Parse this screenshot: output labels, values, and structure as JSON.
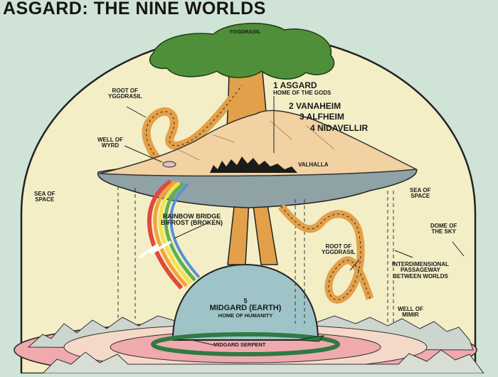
{
  "title": "ASGARD: THE NINE WORLDS",
  "labels": {
    "yggdrasil_top": "YGGDRASIL",
    "root_of": "ROOT OF",
    "yggdrasil": "YGGDRASIL",
    "well_of": "WELL OF",
    "wyrd": "WYRD",
    "sea_of": "SEA OF",
    "space": "SPACE",
    "asgard": "1 ASGARD",
    "asgard_sub": "HOME OF THE GODS",
    "vanaheim": "2 VANAHEIM",
    "alfheim": "3 ALFHEIM",
    "nidavellir": "4 NIDAVELLIR",
    "valhalla": "VALHALLA",
    "rainbow_bridge": "RAINBOW BRIDGE",
    "bifrost": "BIFROST (BROKEN)",
    "dome_of": "DOME OF",
    "the_sky": "THE SKY",
    "interdimensional_1": "INTERDIMENSIONAL",
    "interdimensional_2": "PASSAGEWAY",
    "interdimensional_3": "BETWEEN WORLDS",
    "mimir": "MIMIR",
    "midgard_num": "5",
    "midgard": "MIDGARD (EARTH)",
    "midgard_sub": "HOME OF HUMANITY",
    "serpent": "MIDGARD SERPENT"
  },
  "colors": {
    "background": "#cfe3d6",
    "dome": "#f3eec6",
    "tree_foliage": "#4f8f3a",
    "trunk": "#e3a04a",
    "earth": "#9ec4c8",
    "serpent": "#2f7a45",
    "ring": "#f0a9ad",
    "mountains": "#f2d2a2"
  }
}
